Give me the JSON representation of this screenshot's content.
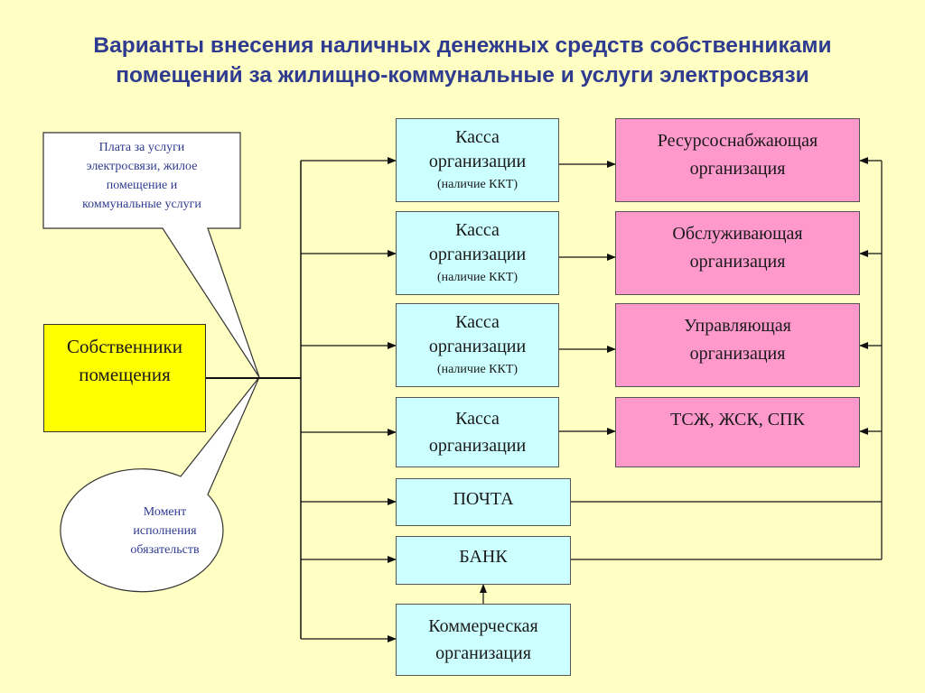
{
  "title": {
    "line1": "Варианты внесения наличных денежных средств собственниками",
    "line2": "помещений за жилищно-коммунальные и услуги электросвязи"
  },
  "source": {
    "line1": "Собственники",
    "line2": "помещения"
  },
  "callout_top": {
    "line1": "Плата за услуги",
    "line2": "электросвязи, жилое",
    "line3": "помещение и",
    "line4": "коммунальные услуги"
  },
  "callout_bottom": {
    "line1": "Момент",
    "line2": "исполнения",
    "line3": "обязательств"
  },
  "channels": [
    {
      "line1": "Касса",
      "line2": "организации",
      "sub": "(наличие ККТ)"
    },
    {
      "line1": "Касса",
      "line2": "организации",
      "sub": "(наличие ККТ)"
    },
    {
      "line1": "Касса",
      "line2": "организации",
      "sub": "(наличие ККТ)"
    },
    {
      "line1": "Касса",
      "line2": "организации"
    },
    {
      "line1": "ПОЧТА"
    },
    {
      "line1": "БАНК"
    },
    {
      "line1": "Коммерческая",
      "line2": "организация"
    }
  ],
  "recipients": [
    {
      "line1": "Ресурсоснабжающая",
      "line2": "организация"
    },
    {
      "line1": "Обслуживающая",
      "line2": "организация"
    },
    {
      "line1": "Управляющая",
      "line2": "организация"
    },
    {
      "line1": "ТСЖ, ЖСК, СПК"
    }
  ],
  "colors": {
    "background": "#ffffc4",
    "title": "#2e3b8f",
    "channel_fill": "#ccffff",
    "recipient_fill": "#ff99cc",
    "source_fill": "#ffff00"
  }
}
